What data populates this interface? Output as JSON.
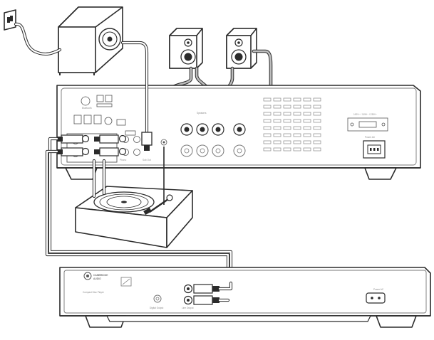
{
  "amplifier": {
    "mains_label": "Power AC",
    "voltage_label": "100V~ / 115V~ / 230V~",
    "speaker_label": "Speakers",
    "sub_out_label": "Sub Out",
    "mm_label": "Phono",
    "bt_label": "Bluetooth"
  },
  "cd_player": {
    "brand_line1": "CAMBRIDGE",
    "brand_line2": "AUDIO",
    "model_label": "Compact Disc Player",
    "digital_output_label": "Digital Output",
    "line_output_label": "Line Output",
    "mains_rating_label": "Power AC"
  },
  "colors": {
    "outline": "#2b2b2b",
    "background": "#ffffff",
    "cable_highlight": "#bdbdbd"
  }
}
